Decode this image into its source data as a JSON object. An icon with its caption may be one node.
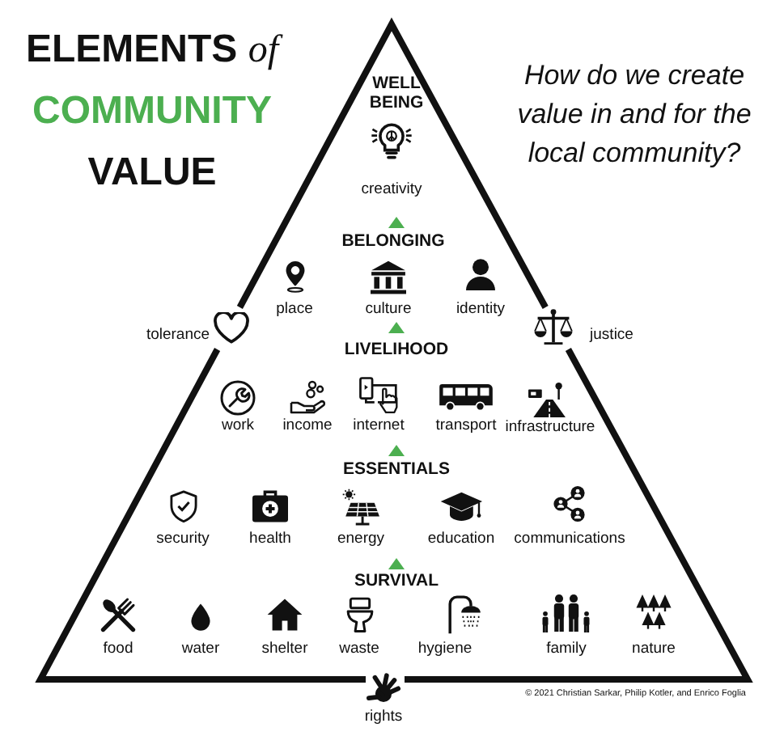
{
  "diagram": {
    "title": "ELEMENTS *of* COMMUNITY VALUE",
    "nodes": [
      {
        "text": [
          "WELL BEING",
          "creativity",
          "BELONGING",
          "place",
          "culture",
          "identity",
          "tolerance",
          "justice",
          "LIVELIHOOD",
          "work",
          "income",
          "internet",
          "transport",
          "infrastructure",
          "ESSENTIALS",
          "security",
          "health",
          "energy",
          "education",
          "communications",
          "SURVIVAL",
          "food",
          "water",
          "shelter",
          "waste",
          "hygiene",
          "family",
          "nature"
        ],
        "beside": [
          "rights"
        ]
      }
    ],
    "labels": [
      "How do we create value in and for the local community?",
      "© 2021 Christian Sarkar, Philip Kotler, and Enrico Foglia"
    ]
  }
}
